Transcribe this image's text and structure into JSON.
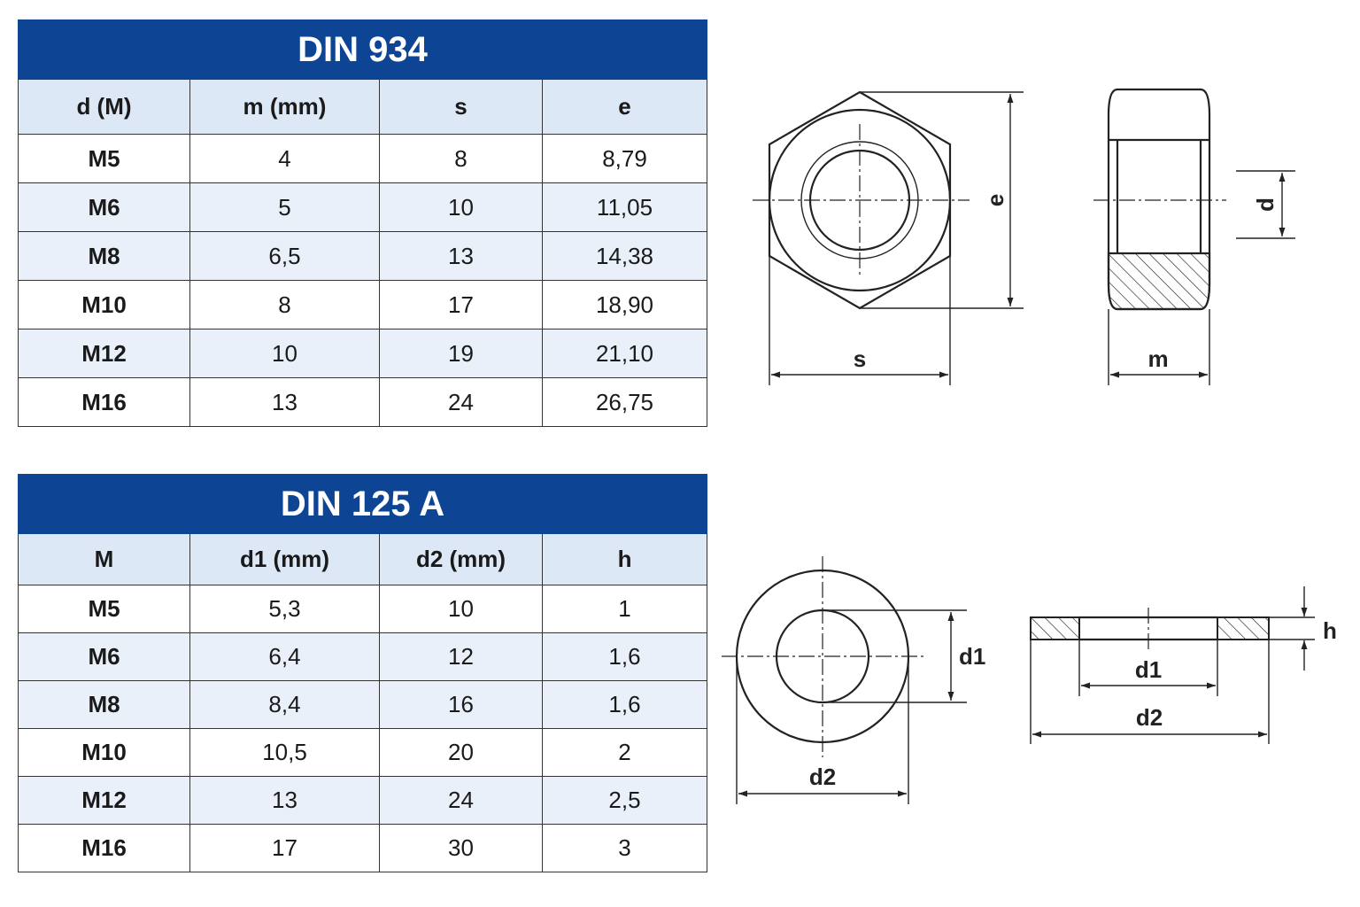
{
  "din934": {
    "title": "DIN 934",
    "headers": [
      "d (M)",
      "m (mm)",
      "s",
      "e"
    ],
    "rows": [
      [
        "M5",
        "4",
        "8",
        "8,79"
      ],
      [
        "M6",
        "5",
        "10",
        "11,05"
      ],
      [
        "M8",
        "6,5",
        "13",
        "14,38"
      ],
      [
        "M10",
        "8",
        "17",
        "18,90"
      ],
      [
        "M12",
        "10",
        "19",
        "21,10"
      ],
      [
        "M16",
        "13",
        "24",
        "26,75"
      ]
    ]
  },
  "din125a": {
    "title": "DIN 125 A",
    "headers": [
      "M",
      "d1 (mm)",
      "d2 (mm)",
      "h"
    ],
    "rows": [
      [
        "M5",
        "5,3",
        "10",
        "1"
      ],
      [
        "M6",
        "6,4",
        "12",
        "1,6"
      ],
      [
        "M8",
        "8,4",
        "16",
        "1,6"
      ],
      [
        "M10",
        "10,5",
        "20",
        "2"
      ],
      [
        "M12",
        "13",
        "24",
        "2,5"
      ],
      [
        "M16",
        "17",
        "30",
        "3"
      ]
    ]
  },
  "drawings": {
    "nut_front": {
      "width_label": "s",
      "height_label": "e"
    },
    "nut_side": {
      "width_label": "m",
      "bore_label": "d"
    },
    "washer_front": {
      "inner_label": "d1",
      "outer_label": "d2"
    },
    "washer_side": {
      "thickness_label": "h",
      "inner_label": "d1",
      "outer_label": "d2"
    }
  },
  "colors": {
    "header_blue": "#0d4494",
    "header_light": "#dde8f6",
    "row_alt": "#e9f0f9"
  }
}
